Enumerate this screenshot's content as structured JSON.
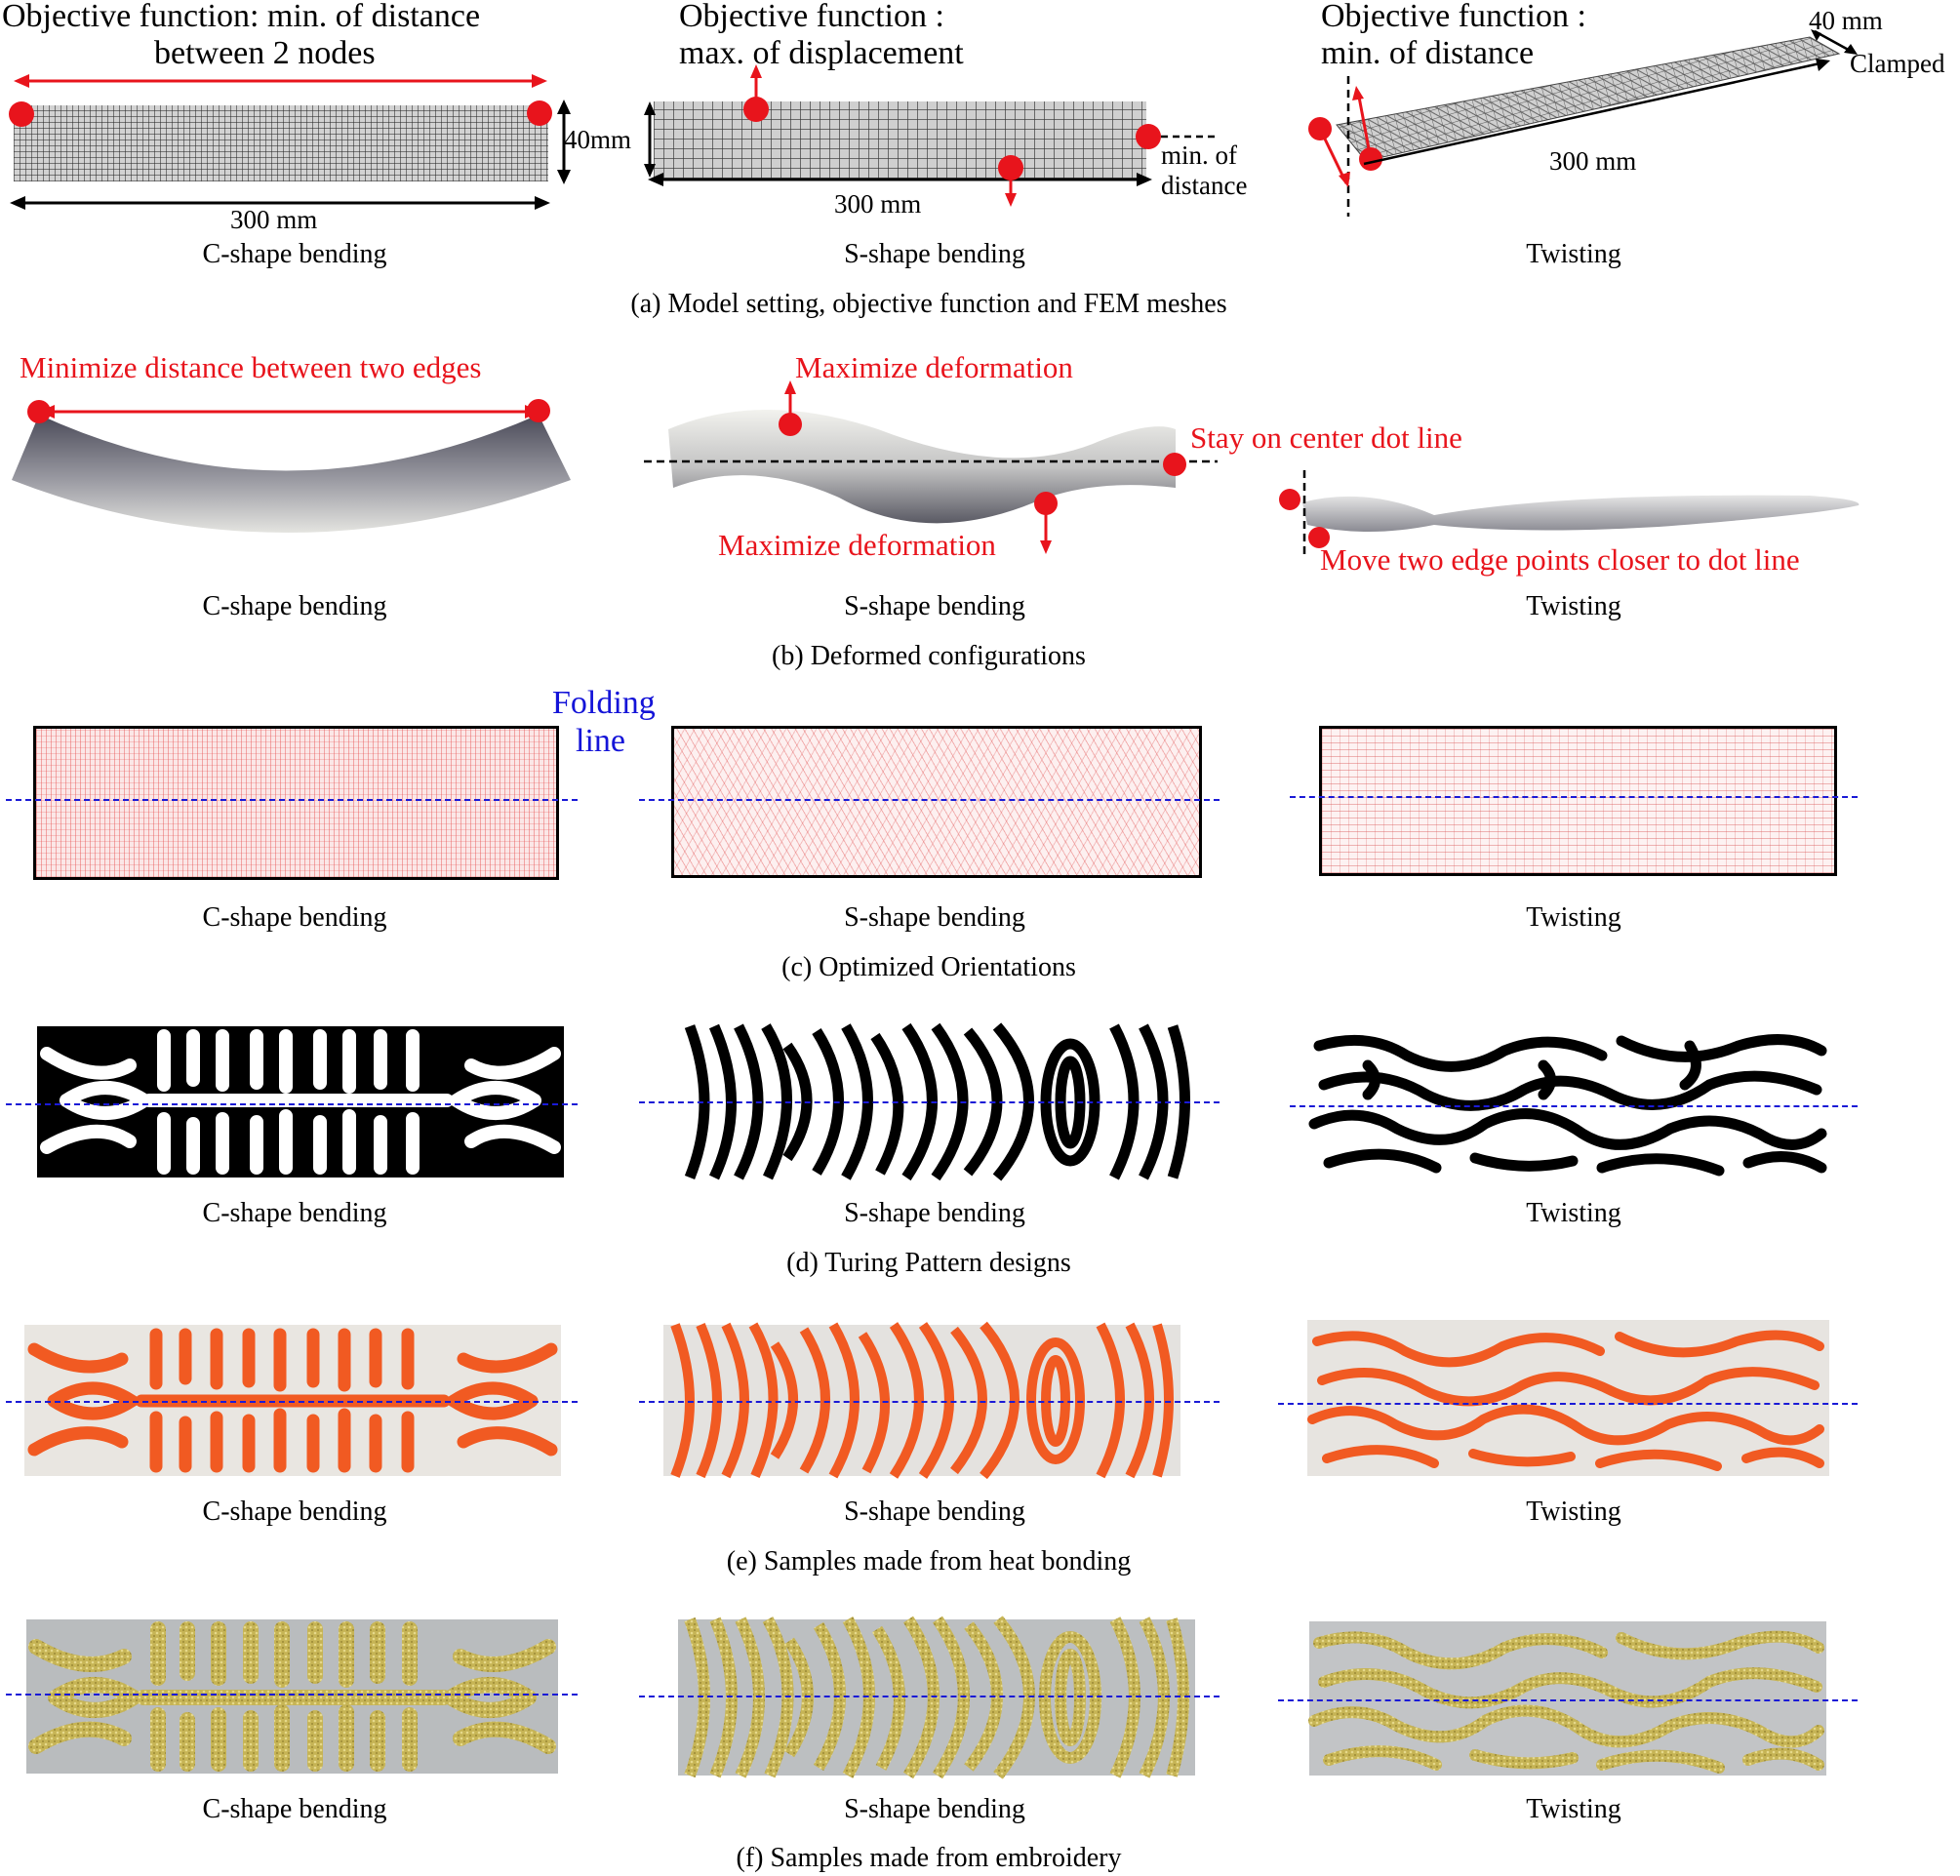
{
  "row_a": {
    "c_objective": [
      "Objective function: min. of distance",
      "between 2 nodes"
    ],
    "s_objective": [
      "Objective function :",
      "max. of displacement"
    ],
    "t_objective": [
      "Objective function :",
      "min. of distance"
    ],
    "c_width": "300 mm",
    "c_height": "40mm",
    "s_width": "300 mm",
    "s_min_distance": [
      "min. of",
      "distance"
    ],
    "t_width": "40 mm",
    "t_length": "300 mm",
    "t_clamped": "Clamped",
    "labels": [
      "C-shape bending",
      "S-shape bending",
      "Twisting"
    ],
    "caption": "(a)  Model setting, objective function and FEM meshes"
  },
  "row_b": {
    "c_note": "Minimize distance between two edges",
    "s_note_top": "Maximize deformation",
    "s_note_bottom": "Maximize deformation",
    "s_note_right": "Stay on center dot line",
    "t_note": "Move two edge points closer to dot line",
    "labels": [
      "C-shape bending",
      "S-shape bending",
      "Twisting"
    ],
    "caption": "(b)  Deformed configurations"
  },
  "row_c": {
    "folding_line": [
      "Folding",
      "line"
    ],
    "labels": [
      "C-shape bending",
      "S-shape bending",
      "Twisting"
    ],
    "caption": "(c)  Optimized Orientations"
  },
  "row_d": {
    "labels": [
      "C-shape bending",
      "S-shape bending",
      "Twisting"
    ],
    "caption": "(d)  Turing Pattern designs"
  },
  "row_e": {
    "labels": [
      "C-shape bending",
      "S-shape bending",
      "Twisting"
    ],
    "caption": "(e)  Samples made from heat bonding"
  },
  "row_f": {
    "labels": [
      "C-shape bending",
      "S-shape bending",
      "Twisting"
    ],
    "caption": "(f)  Samples made from embroidery"
  },
  "colors": {
    "annotation_red": "#e8141c",
    "folding_blue": "#1414d8",
    "pattern_black": "#000000",
    "heat_orange": "#f15a22",
    "embroidery_gold": "#c9b450"
  }
}
